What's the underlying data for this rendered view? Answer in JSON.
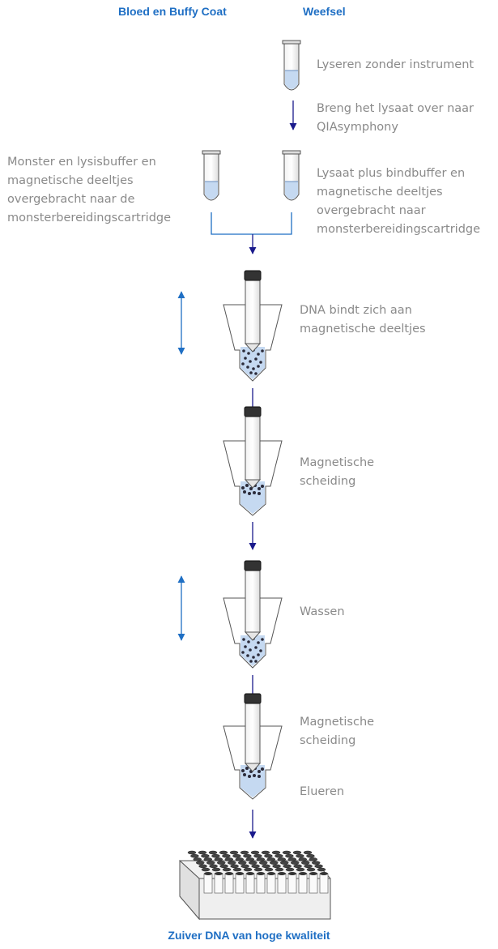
{
  "headers": {
    "left": "Bloed en Buffy Coat",
    "right": "Weefsel"
  },
  "steps": {
    "lyse": "Lyseren zonder instrument",
    "transfer_l1": "Breng het lysaat over naar",
    "transfer_l2": "QIAsymphony",
    "left_l1": "Monster en lysisbuffer en",
    "left_l2": "magnetische deeltjes",
    "left_l3": "overgebracht naar de",
    "left_l4": "monsterbereidingscartridge",
    "right_l1": "Lysaat plus bindbuffer en",
    "right_l2": "magnetische deeltjes",
    "right_l3": "overgebracht naar",
    "right_l4": "monsterbereidingscartridge",
    "bind_l1": "DNA bindt zich aan",
    "bind_l2": "magnetische deeltjes",
    "sep1_l1": "Magnetische",
    "sep1_l2": "scheiding",
    "wash": "Wassen",
    "sep2_l1": "Magnetische",
    "sep2_l2": "scheiding",
    "elute": "Elueren"
  },
  "footer": "Zuiver DNA van hoge kwaliteit",
  "colors": {
    "accent": "#1f6fc4",
    "arrow": "#1a1a8c",
    "liquid": "#c5d9f1",
    "bead": "#2b2b3a"
  }
}
